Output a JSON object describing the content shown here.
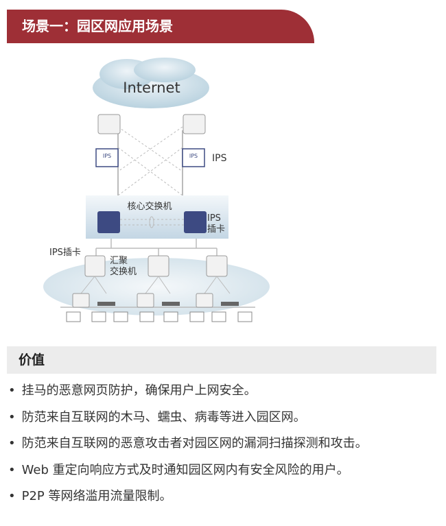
{
  "header": {
    "title": "场景一：园区网应用场景"
  },
  "diagram": {
    "internet": "Internet",
    "ips": "IPS",
    "core": "核心交换机",
    "ips_card_1": "IPS",
    "ips_card_2": "插卡",
    "ips_card_left": "IPS插卡",
    "agg_1": "汇聚",
    "agg_2": "交换机",
    "ips_device": "IPS"
  },
  "value": {
    "title": "价值",
    "items": [
      "挂马的恶意网页防护，确保用户上网安全。",
      "防范来自互联网的木马、蠕虫、病毒等进入园区网。",
      "防范来自互联网的恶意攻击者对园区网的漏洞扫描探测和攻击。",
      "Web 重定向响应方式及时通知园区网内有安全风险的用户。",
      "P2P 等网络滥用流量限制。"
    ]
  },
  "colors": {
    "header": "#9e2f36",
    "ips_blue": "#3d4a82"
  }
}
